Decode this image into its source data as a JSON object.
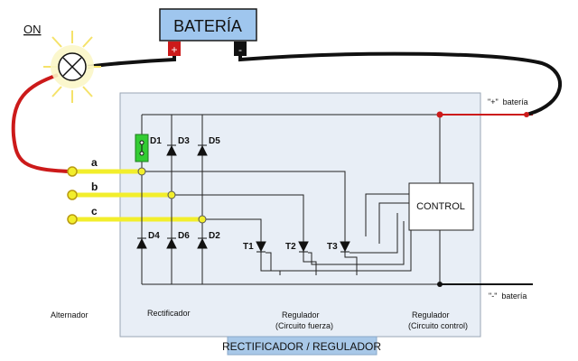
{
  "lamp": {
    "state_label": "ON"
  },
  "battery": {
    "title": "BATERÍA",
    "plus": "+",
    "minus": "-"
  },
  "phases": {
    "a": "a",
    "b": "b",
    "c": "c"
  },
  "diodes": {
    "d1": "D1",
    "d2": "D2",
    "d3": "D3",
    "d4": "D4",
    "d5": "D5",
    "d6": "D6"
  },
  "thyristors": {
    "t1": "T1",
    "t2": "T2",
    "t3": "T3"
  },
  "control": {
    "label": "CONTROL"
  },
  "outputs": {
    "positive": "\"+\"  batería",
    "negative": "\"-\"  batería"
  },
  "sections": {
    "alternador": "Alternador",
    "rectificador": "Rectificador",
    "regulador_fuerza_line1": "Regulador",
    "regulador_fuerza_line2": "(Circuito fuerza)",
    "regulador_control_line1": "Regulador",
    "regulador_control_line2": "(Circuito control)"
  },
  "module": {
    "title": "RECTIFICADOR / REGULADOR"
  },
  "colors": {
    "panel_fill": "#e8eef6",
    "panel_border": "#9aa6b4",
    "battery_fill": "#9fc6ee",
    "positive_wire": "#cc1a1a",
    "negative_wire": "#111111",
    "phase_wire": "#f2ee2c",
    "d1_highlight": "#33cc33",
    "title_bar": "#a8c8e8"
  }
}
